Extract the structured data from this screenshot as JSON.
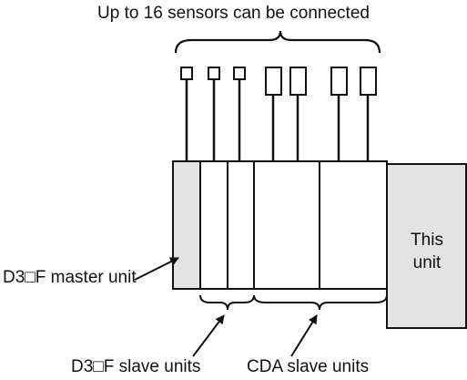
{
  "caption_top": "Up to 16 sensors can be connected",
  "this_unit_line1": "This",
  "this_unit_line2": "unit",
  "labels": {
    "master_unit": "D3□F master unit",
    "d3f_slave_units": "D3□F slave units",
    "cda_slave_units": "CDA slave units"
  },
  "colors": {
    "line": "#111111",
    "master_fill": "#e3e3e3",
    "this_unit_fill": "#e3e3e3",
    "background": "#ffffff"
  }
}
